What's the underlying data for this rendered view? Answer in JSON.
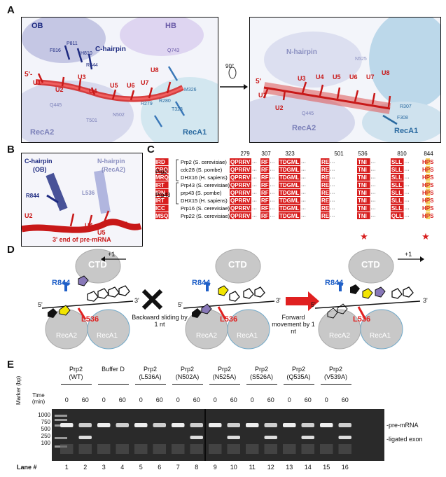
{
  "panels": {
    "A": "A",
    "B": "B",
    "C": "C",
    "D": "D",
    "E": "E"
  },
  "panelA": {
    "left": {
      "domains": [
        "OB",
        "HB",
        "C-hairpin",
        "RecA2",
        "RecA1"
      ],
      "residues_left": [
        "F816",
        "P811",
        "H810",
        "R844",
        "Q743",
        "M326",
        "T323",
        "R280",
        "R279",
        "N502",
        "T501",
        "Q445"
      ],
      "nts": [
        "U1",
        "U2",
        "U3",
        "U4",
        "U5",
        "U6",
        "U7",
        "U8"
      ],
      "five_prime": "5'-"
    },
    "rotation": "90°",
    "right": {
      "domains": [
        "N-hairpin",
        "RecA2",
        "RecA1"
      ],
      "residues": [
        "N525",
        "Q445",
        "R307",
        "F308"
      ],
      "nts": [
        "U1",
        "U2",
        "U3",
        "U4",
        "U5",
        "U6",
        "U7",
        "U8"
      ],
      "five_prime": "5'"
    }
  },
  "panelB": {
    "labels": [
      "C-hairpin",
      "(OB)",
      "N-hairpin",
      "(RecA2)",
      "R844",
      "L536",
      "U2",
      "U3",
      "U4",
      "U5",
      "U6"
    ],
    "caption": "3' end of pre-mRNA"
  },
  "panelC": {
    "positions": [
      "279",
      "307",
      "323",
      "501",
      "536",
      "810",
      "844"
    ],
    "groups": [
      {
        "name": "Prp2",
        "rows": [
          {
            "label": "Prp2 (S. cerevisiae)",
            "seq": "QPRRV RF TDGML RE TNI SLL HPS IRD"
          },
          {
            "label": "cdc28 (S. pombe)",
            "seq": "QPRRV RF TDGML RE TNI SLL HPS CRQ"
          },
          {
            "label": "DHX16 (H. sapiens)",
            "seq": "QPRRV RF TDGML RE TNI SLL HPS MRQ"
          }
        ]
      },
      {
        "name": "Prp43",
        "rows": [
          {
            "label": "Prp43 (S. cerevisiae)",
            "seq": "QPRRV RF TDGML RE TNI SLL HPS IRT"
          },
          {
            "label": "prp43 (S. pombe)",
            "seq": "QPRRV RF TDGML RE TNI SLL HPS IRN"
          },
          {
            "label": "DHX15 (H. sapiens)",
            "seq": "QPRRV RF TDGML RE TNI SLL HPS IRT"
          }
        ]
      },
      {
        "name": "",
        "rows": [
          {
            "label": "Prp16 (S. cerevisiae)",
            "seq": "QPRRV RF TDGML RE TNI SLL HPS ICC"
          },
          {
            "label": "Prp22 (S. cerevisiae)",
            "seq": "QPRRV RF TDGML RE TNI QLL HPS MSQ"
          }
        ]
      }
    ]
  },
  "panelD": {
    "labels": {
      "ctd": "CTD",
      "reca2": "RecA2",
      "reca1": "RecA1",
      "r844": "R844",
      "l536": "L536",
      "plus1": "+1",
      "five": "5'",
      "three": "3'"
    },
    "backward": "Backward sliding by 1 nt",
    "forward": "Forward movement by 1 nt"
  },
  "panelE": {
    "marker_title": "Marker (bp)",
    "time_label": "Time (min)",
    "marker_values": [
      "1000",
      "750",
      "500",
      "250",
      "100"
    ],
    "groups": [
      {
        "name": "Prp2",
        "sub": "(WT)"
      },
      {
        "name": "Buffer D",
        "sub": ""
      },
      {
        "name": "Prp2",
        "sub": "(L536A)"
      },
      {
        "name": "Prp2",
        "sub": "(N502A)"
      },
      {
        "name": "Prp2",
        "sub": "(N525A)"
      },
      {
        "name": "Prp2",
        "sub": "(S526A)"
      },
      {
        "name": "Prp2",
        "sub": "(Q535A)"
      },
      {
        "name": "Prp2",
        "sub": "(V539A)"
      }
    ],
    "times": [
      "0",
      "60"
    ],
    "bands": [
      "-pre-mRNA",
      "-ligated exon"
    ],
    "lane_title": "Lane #",
    "lanes": [
      "1",
      "2",
      "3",
      "4",
      "5",
      "6",
      "7",
      "8",
      "9",
      "10",
      "11",
      "12",
      "13",
      "14",
      "15",
      "16"
    ]
  }
}
